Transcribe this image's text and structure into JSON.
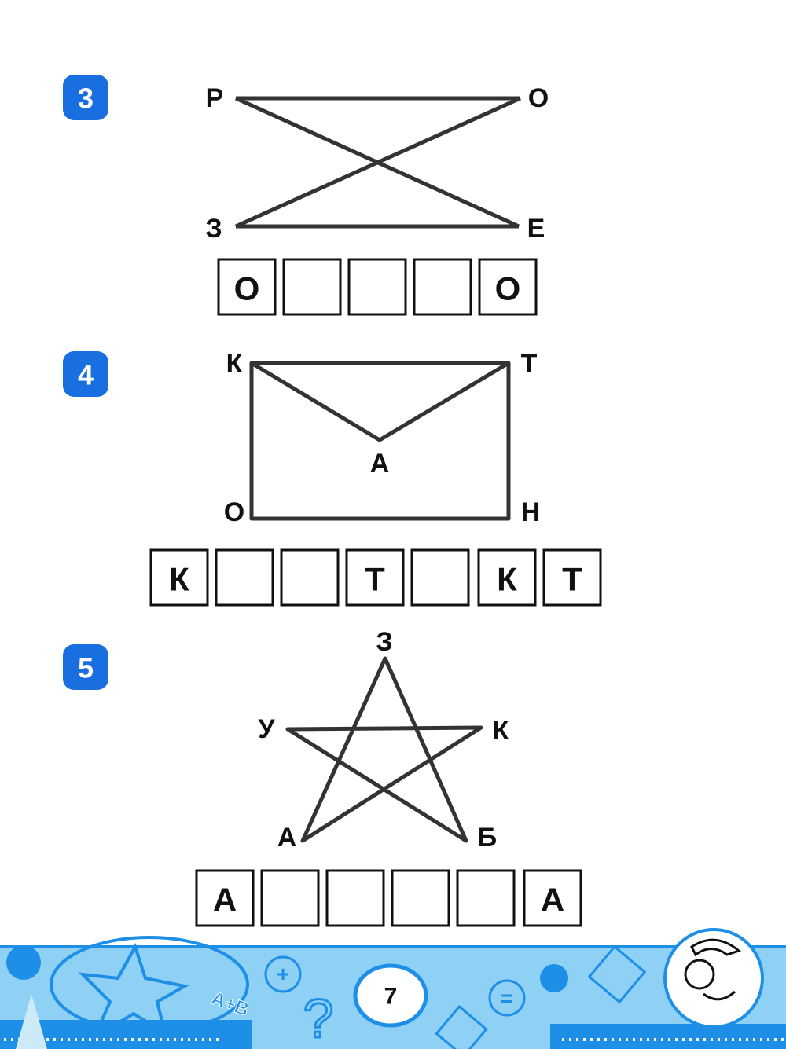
{
  "exercises": [
    {
      "number": "3",
      "vertices": {
        "p": "Р",
        "o": "О",
        "z": "З",
        "e": "Е"
      },
      "answer_boxes": [
        "О",
        "",
        "",
        "",
        "О"
      ]
    },
    {
      "number": "4",
      "vertices": {
        "k": "К",
        "t": "Т",
        "a": "А",
        "o": "О",
        "n": "Н"
      },
      "answer_boxes": [
        "К",
        "",
        "",
        "Т",
        "",
        "К",
        "Т"
      ]
    },
    {
      "number": "5",
      "vertices": {
        "z": "З",
        "u": "У",
        "k": "К",
        "a": "А",
        "b": "Б"
      },
      "answer_boxes": [
        "А",
        "",
        "",
        "",
        "",
        "А"
      ]
    }
  ],
  "footer": {
    "page_number": "7",
    "decor_text": "A+B"
  },
  "colors": {
    "badge": "#1a6fe0",
    "footer_light": "#8fd0f5",
    "footer_dark": "#1e8fe6"
  }
}
